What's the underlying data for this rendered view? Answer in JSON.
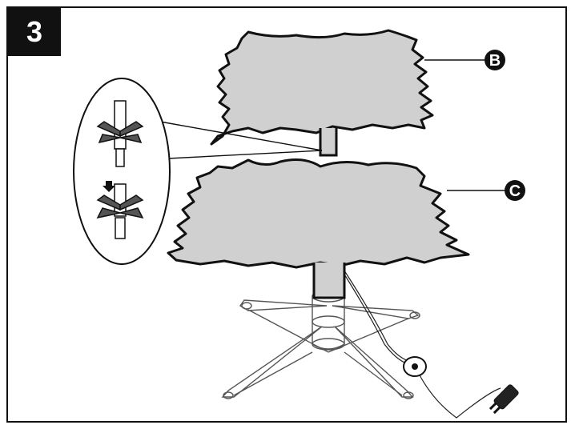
{
  "step": {
    "number": "3"
  },
  "labels": {
    "upper_section": "B",
    "lower_section": "C"
  },
  "colors": {
    "foliage": "#d0d0d0",
    "outline": "#111111",
    "badge": "#111111"
  },
  "icons": [
    "arrow-down-icon"
  ]
}
